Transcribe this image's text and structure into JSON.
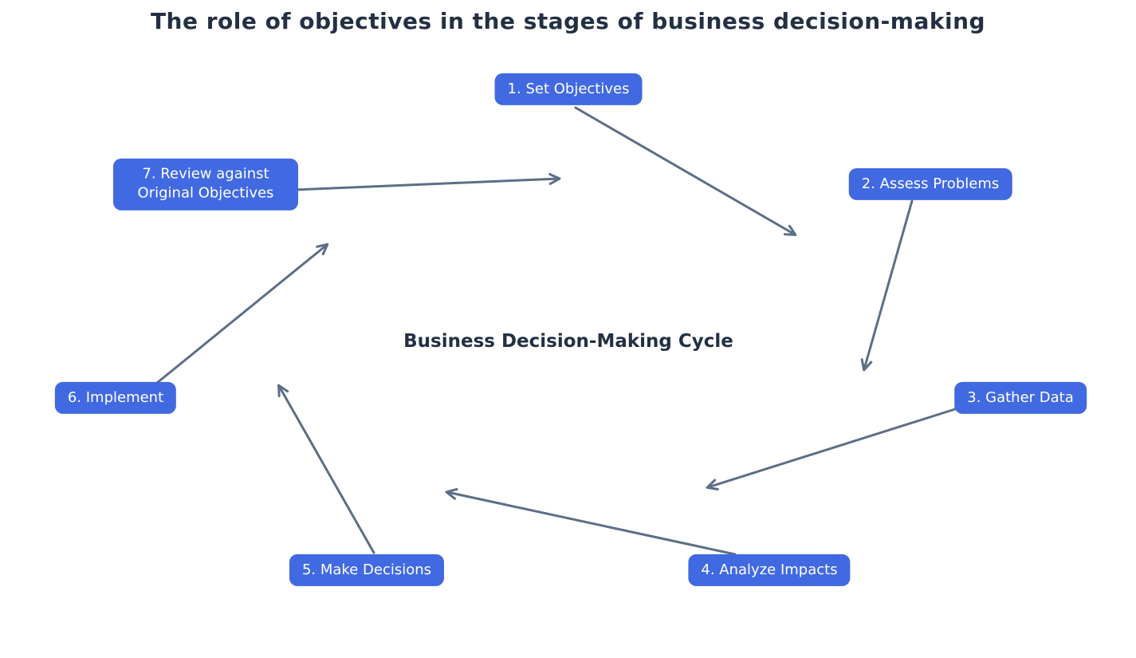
{
  "title": "The role of objectives in the stages of business decision-making",
  "center_label": "Business Decision-Making Cycle",
  "nodes": [
    {
      "id": 1,
      "label": "1. Set Objectives"
    },
    {
      "id": 2,
      "label": "2. Assess Problems"
    },
    {
      "id": 3,
      "label": "3. Gather Data"
    },
    {
      "id": 4,
      "label": "4. Analyze Impacts"
    },
    {
      "id": 5,
      "label": "5. Make Decisions"
    },
    {
      "id": 6,
      "label": "6. Implement"
    },
    {
      "id": 7,
      "label": "7. Review against Original Objectives"
    }
  ],
  "edges": [
    {
      "from": 1,
      "to": 2
    },
    {
      "from": 2,
      "to": 3
    },
    {
      "from": 3,
      "to": 4
    },
    {
      "from": 4,
      "to": 5
    },
    {
      "from": 5,
      "to": 6
    },
    {
      "from": 6,
      "to": 7
    },
    {
      "from": 7,
      "to": 1
    }
  ],
  "colors": {
    "node_fill": "#4169E1",
    "node_text": "#ffffff",
    "arrow": "#5d6e87",
    "title_text": "#233044",
    "background": "#ffffff"
  }
}
